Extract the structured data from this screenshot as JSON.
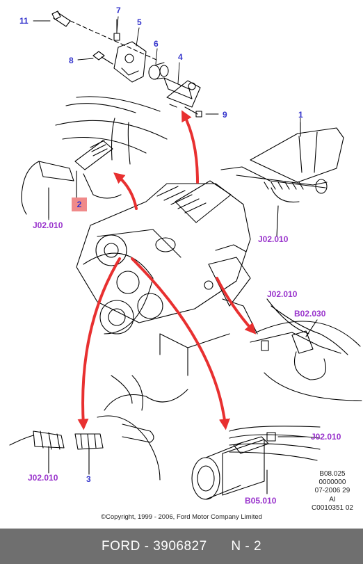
{
  "callouts": {
    "c11": "11",
    "c7": "7",
    "c5": "5",
    "c6": "6",
    "c8": "8",
    "c4": "4",
    "c9": "9",
    "c1": "1",
    "c2": "2",
    "c3": "3",
    "ref_left": "J02.010",
    "ref_right_top": "J02.010",
    "ref_right_mid": "J02.010",
    "ref_b02": "B02.030",
    "ref_bottom_left": "J02.010",
    "ref_bottom_right": "J02.010",
    "ref_b05": "B05.010"
  },
  "meta_lines": [
    "B08.025",
    "0000000",
    "07-2006 29",
    "AI",
    "C0010351 02"
  ],
  "copyright": "©Copyright, 1999 - 2006, Ford Motor Company Limited",
  "footer": {
    "brand": "FORD",
    "part": "3906827",
    "page": "N - 2"
  },
  "colors": {
    "part_number": "#3333cc",
    "reference": "#9933cc",
    "arrow": "#e83030",
    "footer_bg": "#6f6f6f",
    "highlight_box": "#f08a8a"
  }
}
